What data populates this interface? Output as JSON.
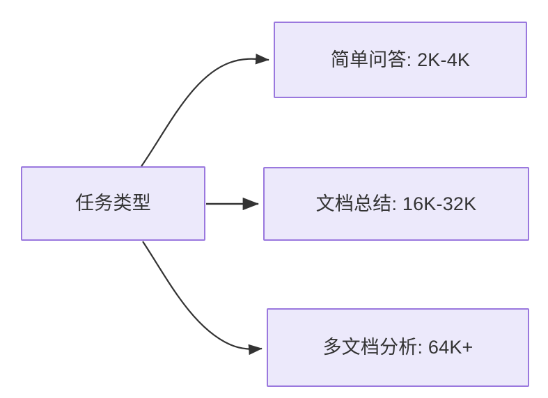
{
  "diagram": {
    "type": "flowchart",
    "direction": "left-to-right",
    "background_color": "#ffffff",
    "node_fill_color": "#ece9fb",
    "node_border_color": "#9a78de",
    "node_text_color": "#333333",
    "edge_color": "#333333",
    "nodes": [
      {
        "id": "root",
        "label": "任务类型"
      },
      {
        "id": "simple_qa",
        "label": "简单问答: 2K-4K"
      },
      {
        "id": "doc_summary",
        "label": "文档总结: 16K-32K"
      },
      {
        "id": "multi_doc",
        "label": "多文档分析: 64K+"
      }
    ],
    "edges": [
      {
        "from": "root",
        "to": "simple_qa",
        "label": "",
        "style": "curved-arrow"
      },
      {
        "from": "root",
        "to": "doc_summary",
        "label": "",
        "style": "straight-arrow"
      },
      {
        "from": "root",
        "to": "multi_doc",
        "label": "",
        "style": "curved-arrow"
      }
    ]
  }
}
